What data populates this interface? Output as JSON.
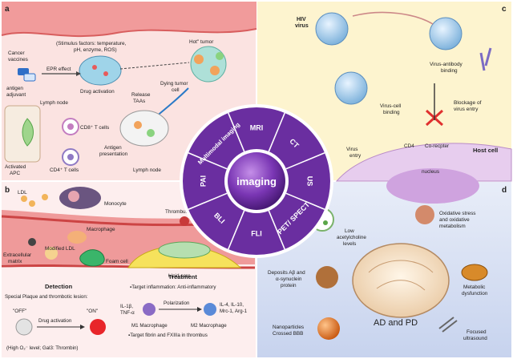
{
  "panels": {
    "a": {
      "letter": "a",
      "labels": {
        "stimulus": "(Stimulus factors: temperature,",
        "stimulus2": "pH, enzyme, ROS)",
        "hot_tumor": "Hot\" tumor",
        "cancer_vaccines1": "Cancer",
        "cancer_vaccines2": "vaccines",
        "epr": "EPR effect",
        "drug_activation": "Drug activation",
        "dying1": "Dying tumor",
        "dying2": "cell",
        "release1": "Release",
        "release2": "TAAs",
        "antigen_adj1": "antigen",
        "antigen_adj2": "adjuvant",
        "lymph_node_top": "Lymph node",
        "cd8": "CD8⁺ T cells",
        "antigen_pres1": "Antigen",
        "antigen_pres2": "presentation",
        "activated1": "Activated",
        "activated2": "APC",
        "cd4": "CD4⁺ T cells",
        "lymph_node_bottom": "Lymph node"
      }
    },
    "b": {
      "letter": "b",
      "labels": {
        "ldl": "LDL",
        "monocyte": "Monocyte",
        "macrophage": "Macrophage",
        "thrombus": "Thrombus",
        "extracellular1": "Extracellular",
        "extracellular2": "matrix",
        "modified_ldl": "Modified LDL",
        "foam_cell": "Foam cell",
        "lipid_core": "Lipid core"
      },
      "detection": {
        "heading": "Detection",
        "subtitle": "Special Plaque and thrombotic lesion:",
        "off": "\"OFF\"",
        "on": "\"ON\"",
        "drug_activation": "Drug activation",
        "note": "(High O₂⁻ level; Gal3: Thrombin)"
      },
      "treatment": {
        "heading": "Treatment",
        "target1": "▪Target inflammation: Anti-inflammatory",
        "il1": "IL-1β,",
        "tnf": "TNF-α",
        "polarization": "Polarization",
        "il4": "IL-4, IL-10,",
        "mrc": "Mrc-1, Arg-1",
        "m1": "M1 Macrophage",
        "m2": "M2 Macrophage",
        "target2": "▪Target fibrin and FXIIIa in thrombus"
      }
    },
    "c": {
      "letter": "c",
      "labels": {
        "hiv1": "HIV",
        "hiv2": "virus",
        "virus_antibody1": "Virus-antibody",
        "virus_antibody2": "binding",
        "virus_cell1": "Virus-cell",
        "virus_cell2": "binding",
        "blockage1": "Blockage of",
        "blockage2": "virus entry",
        "virus_entry1": "Virus",
        "virus_entry2": "entry",
        "cd4": "CD4",
        "corecepter": "Co-recpter",
        "host_cell": "Host cell",
        "nucleus": "nucleus"
      }
    },
    "d": {
      "letter": "d",
      "labels": {
        "low1": "Low",
        "low2": "acetylcholine",
        "low3": "levels",
        "oxidative1": "Oxidative stress",
        "oxidative2": "and oxidative",
        "oxidative3": "metabolism",
        "deposits1": "Deposits Aβ and",
        "deposits2": "α-synuclein",
        "deposits3": "protein",
        "metabolic1": "Metabolic",
        "metabolic2": "dysfunction",
        "adpd": "AD and PD",
        "nano1": "Nanoparticles",
        "nano2": "Crossed BBB",
        "focused1": "Focused",
        "focused2": "ultrasound"
      }
    }
  },
  "wheel": {
    "center": "imaging",
    "segments": [
      "MRI",
      "CT",
      "US",
      "PET/ SPECT",
      "FLI",
      "BLI",
      "PAI",
      "Multimodal imaging"
    ]
  },
  "colors": {
    "panel_a": "#fbdfdf",
    "panel_b": "#fde8e8",
    "panel_c": "#fdf3c8",
    "panel_d": "#d9e2f5",
    "wheel": "#6a2ea0",
    "on_red": "#e8252a"
  }
}
